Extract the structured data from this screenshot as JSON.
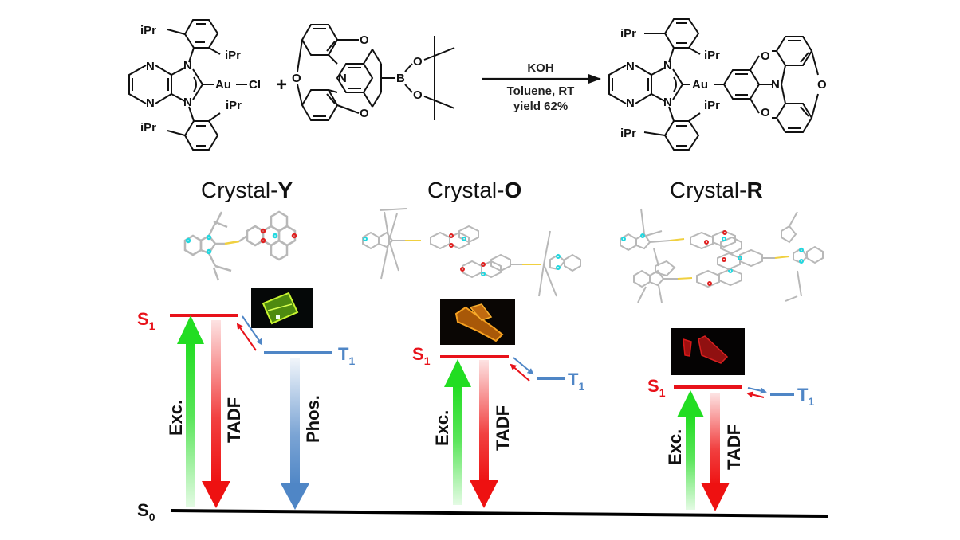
{
  "reaction": {
    "reactant1": {
      "labels": {
        "ipr": "iPr",
        "n": "N",
        "au": "Au",
        "cl": "Cl"
      }
    },
    "plus": "+",
    "reactant2": {
      "labels": {
        "o": "O",
        "n": "N",
        "b": "B"
      }
    },
    "conditions": {
      "reagent": "KOH",
      "solvent": "Toluene, RT",
      "yield": "yield 62%"
    },
    "product": {
      "labels": {
        "ipr": "iPr",
        "n": "N",
        "au": "Au",
        "o": "O"
      }
    }
  },
  "colors": {
    "singlet": "#e8121a",
    "triplet": "#4f86c6",
    "excitation": "#22dd22",
    "tadf": "#ee1111",
    "ground": "#000000",
    "crystal_y_emission": "#b8f020",
    "crystal_o_emission": "#f59a1a",
    "crystal_r_emission": "#d81818"
  },
  "crystals": [
    {
      "title_prefix": "Crystal-",
      "title_letter": "Y",
      "s1_label": "S",
      "s1_sub": "1",
      "t1_label": "T",
      "t1_sub": "1",
      "arrows": [
        "Exc.",
        "TADF",
        "Phos."
      ]
    },
    {
      "title_prefix": "Crystal-",
      "title_letter": "O",
      "s1_label": "S",
      "s1_sub": "1",
      "t1_label": "T",
      "t1_sub": "1",
      "arrows": [
        "Exc.",
        "TADF"
      ]
    },
    {
      "title_prefix": "Crystal-",
      "title_letter": "R",
      "s1_label": "S",
      "s1_sub": "1",
      "t1_label": "T",
      "t1_sub": "1",
      "arrows": [
        "Exc.",
        "TADF"
      ]
    }
  ],
  "ground_state": {
    "label": "S",
    "sub": "0"
  }
}
